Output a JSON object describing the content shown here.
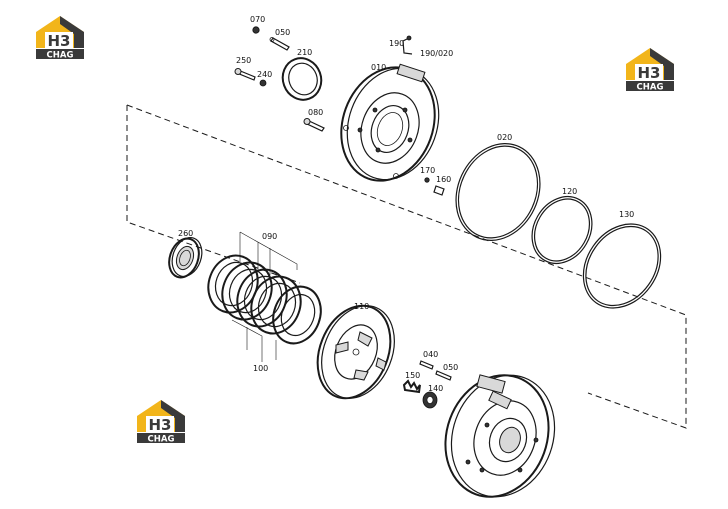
{
  "logo": {
    "mark": "H3",
    "word": "CHAG",
    "colors": {
      "yellow": "#f2b51a",
      "dark": "#3a3a3a",
      "white": "#ffffff"
    }
  },
  "labels": {
    "p070": "070",
    "p050a": "050",
    "p210": "210",
    "p250": "250",
    "p240": "240",
    "p080": "080",
    "p010": "010",
    "p190": "190",
    "p190_020": "190/020",
    "p020": "020",
    "p170": "170",
    "p160": "160",
    "p120": "120",
    "p130": "130",
    "p260": "260",
    "p090": "090",
    "p100": "100",
    "p110": "110",
    "p040": "040",
    "p050b": "050",
    "p150": "150",
    "p140": "140"
  }
}
